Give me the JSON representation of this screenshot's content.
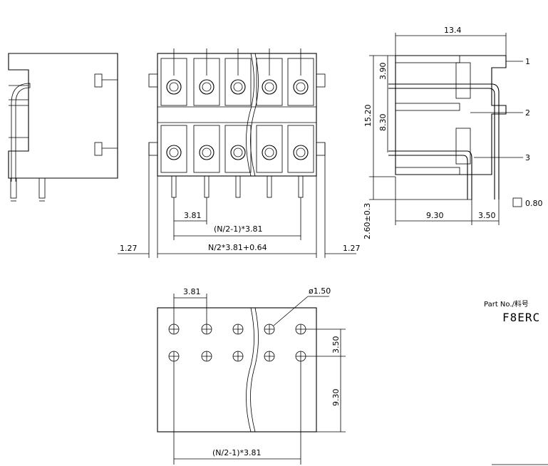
{
  "dimensions": {
    "pitch": "3.81",
    "pitch_bottom": "3.81",
    "span_front": "(N/2-1)*3.81",
    "overall_front": "N/2*3.81+0.64",
    "offset_left": "1.27",
    "offset_right": "1.27",
    "depth": "13.4",
    "row_gap_top": "3.90",
    "row_gap": "8.30",
    "height": "15.20",
    "standoff": "2.60±0.3",
    "pin_to_pcb": "9.30",
    "pin_row_spacing": "3.50",
    "pin_size": "0.80",
    "hole_diameter": "ø1.50",
    "pcb_row_spacing": "3.50",
    "pcb_pin_offset": "9.30",
    "span_pcb": "(N/2-1)*3.81"
  },
  "callouts": [
    "1",
    "2",
    "3"
  ],
  "part": {
    "label": "Part No./料号",
    "value": "F8ERC"
  }
}
